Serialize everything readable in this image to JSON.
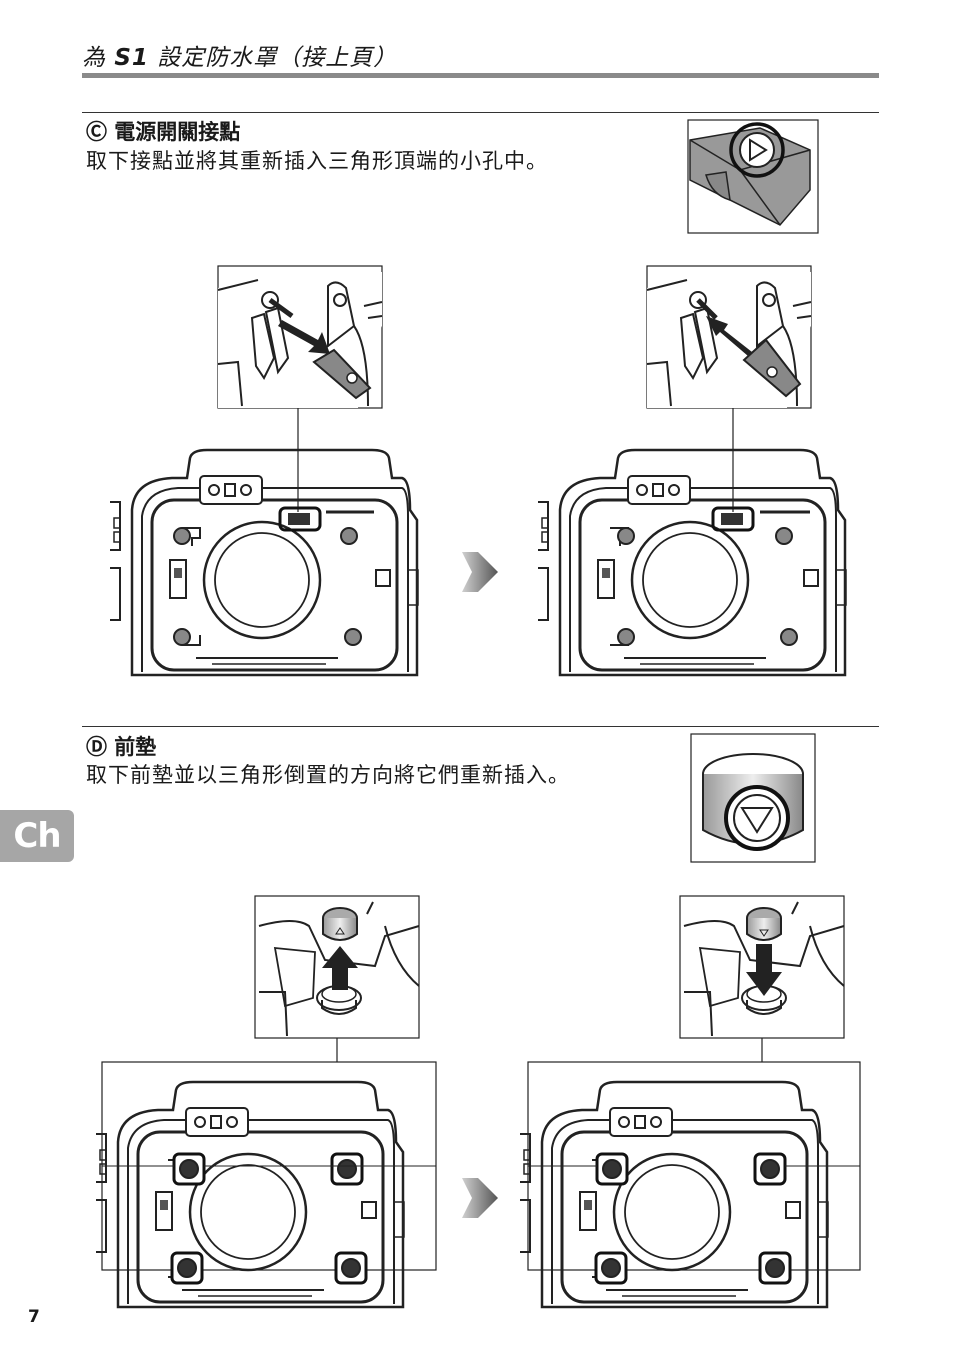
{
  "header": {
    "title_prefix": "為",
    "title_model": "S1",
    "title_suffix": "設定防水罩（接上頁）"
  },
  "section_c": {
    "heading": "Ⓒ 電源開關接點",
    "body": "取下接點並將其重新插入三角形頂端的小孔中。"
  },
  "section_d": {
    "heading": "Ⓓ 前墊",
    "body": "取下前墊並以三角形倒置的方向將它們重新插入。"
  },
  "side_tab": {
    "label": "Ch"
  },
  "footer": {
    "page_number": "7"
  }
}
